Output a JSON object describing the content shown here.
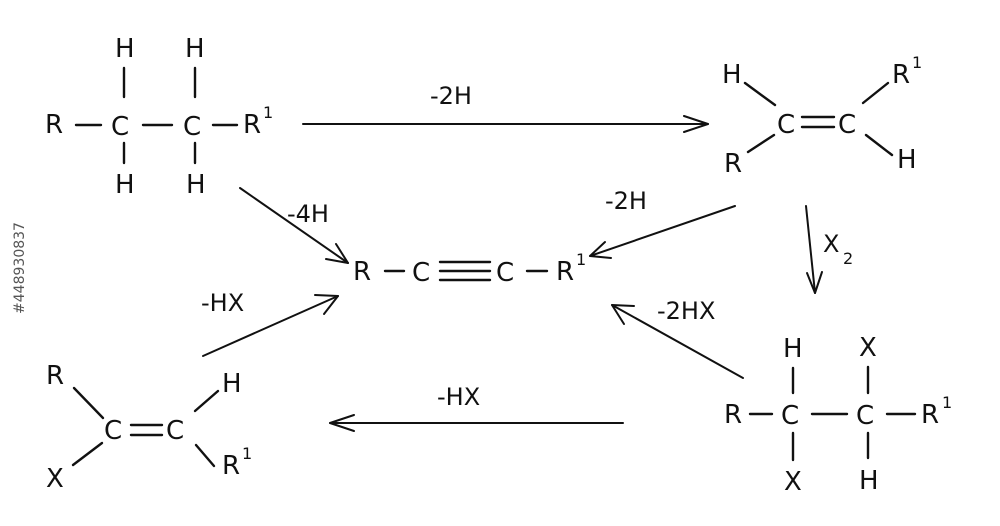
{
  "molecules": {
    "alkane": {
      "r": "R",
      "r1": "R",
      "r1_sup": "1",
      "c_left": "C",
      "c_right": "C",
      "h_top_left": "H",
      "h_bottom_left": "H",
      "h_top_right": "H",
      "h_bottom_right": "H"
    },
    "alkene": {
      "h_top": "H",
      "r_bottom": "R",
      "c_left": "C",
      "c_right": "C",
      "r1_top": "R",
      "r1_sup": "1",
      "h_bottom": "H"
    },
    "alkyne": {
      "r": "R",
      "c_left": "C",
      "c_right": "C",
      "r1": "R",
      "r1_sup": "1"
    },
    "dihalide": {
      "r": "R",
      "c_left": "C",
      "c_right": "C",
      "r1": "R",
      "r1_sup": "1",
      "h_top": "H",
      "x_bottom": "X",
      "x_top": "X",
      "h_bottom": "H"
    },
    "vinyl_halide": {
      "r_top": "R",
      "x_bottom": "X",
      "c_left": "C",
      "c_right": "C",
      "h_top": "H",
      "r1": "R",
      "r1_sup": "1"
    }
  },
  "conditions": {
    "alkane_to_alkene": "-2H",
    "alkane_to_alkyne": "-4H",
    "alkene_to_alkyne": "-2H",
    "halogenation": "X",
    "halogenation_sub": "2",
    "dihalide_to_alkyne": "-2HX",
    "dihalide_to_vinyl": "-HX",
    "vinyl_to_alkyne": "-HX"
  },
  "stock_id": "#448930837"
}
